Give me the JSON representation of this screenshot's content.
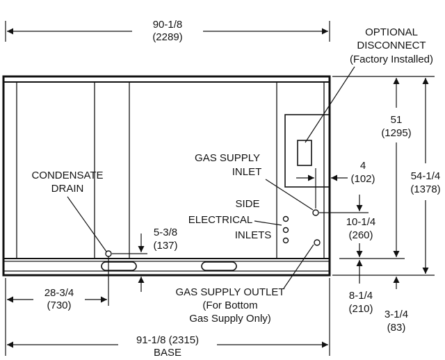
{
  "top_dimension": {
    "primary": "90-1/8",
    "secondary": "(2289)"
  },
  "optional_disconnect": {
    "line1": "OPTIONAL",
    "line2": "DISCONNECT",
    "line3": "(Factory Installed)"
  },
  "dim_51": {
    "primary": "51",
    "secondary": "(1295)"
  },
  "dim_54": {
    "primary": "54-1/4",
    "secondary": "(1378)"
  },
  "gas_supply_inlet": {
    "line1": "GAS SUPPLY",
    "line2": "INLET"
  },
  "dim_4": {
    "primary": "4",
    "secondary": "(102)"
  },
  "condensate_drain": {
    "line1": "CONDENSATE",
    "line2": "DRAIN"
  },
  "side_electrical_inlets": {
    "line1": "SIDE",
    "line2": "ELECTRICAL",
    "line3": "INLETS"
  },
  "dim_10": {
    "primary": "10-1/4",
    "secondary": "(260)"
  },
  "dim_5": {
    "primary": "5-3/8",
    "secondary": "(137)"
  },
  "dim_28": {
    "primary": "28-3/4",
    "secondary": "(730)"
  },
  "gas_supply_outlet": {
    "line1": "GAS SUPPLY OUTLET",
    "line2": "(For Bottom",
    "line3": "Gas Supply Only)"
  },
  "dim_8": {
    "primary": "8-1/4",
    "secondary": "(210)"
  },
  "dim_3": {
    "primary": "3-1/4",
    "secondary": "(83)"
  },
  "base_dimension": {
    "primary": "91-1/8 (2315)",
    "secondary": "BASE"
  }
}
